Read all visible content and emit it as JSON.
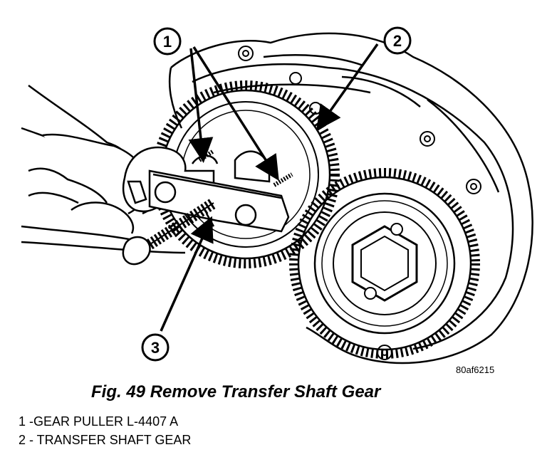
{
  "callouts": [
    "1",
    "2",
    "3"
  ],
  "image_code": "80af6215",
  "caption": "Fig. 49 Remove Transfer Shaft Gear",
  "legend": [
    "1 -GEAR PULLER L-4407 A",
    "2 - TRANSFER SHAFT GEAR"
  ]
}
